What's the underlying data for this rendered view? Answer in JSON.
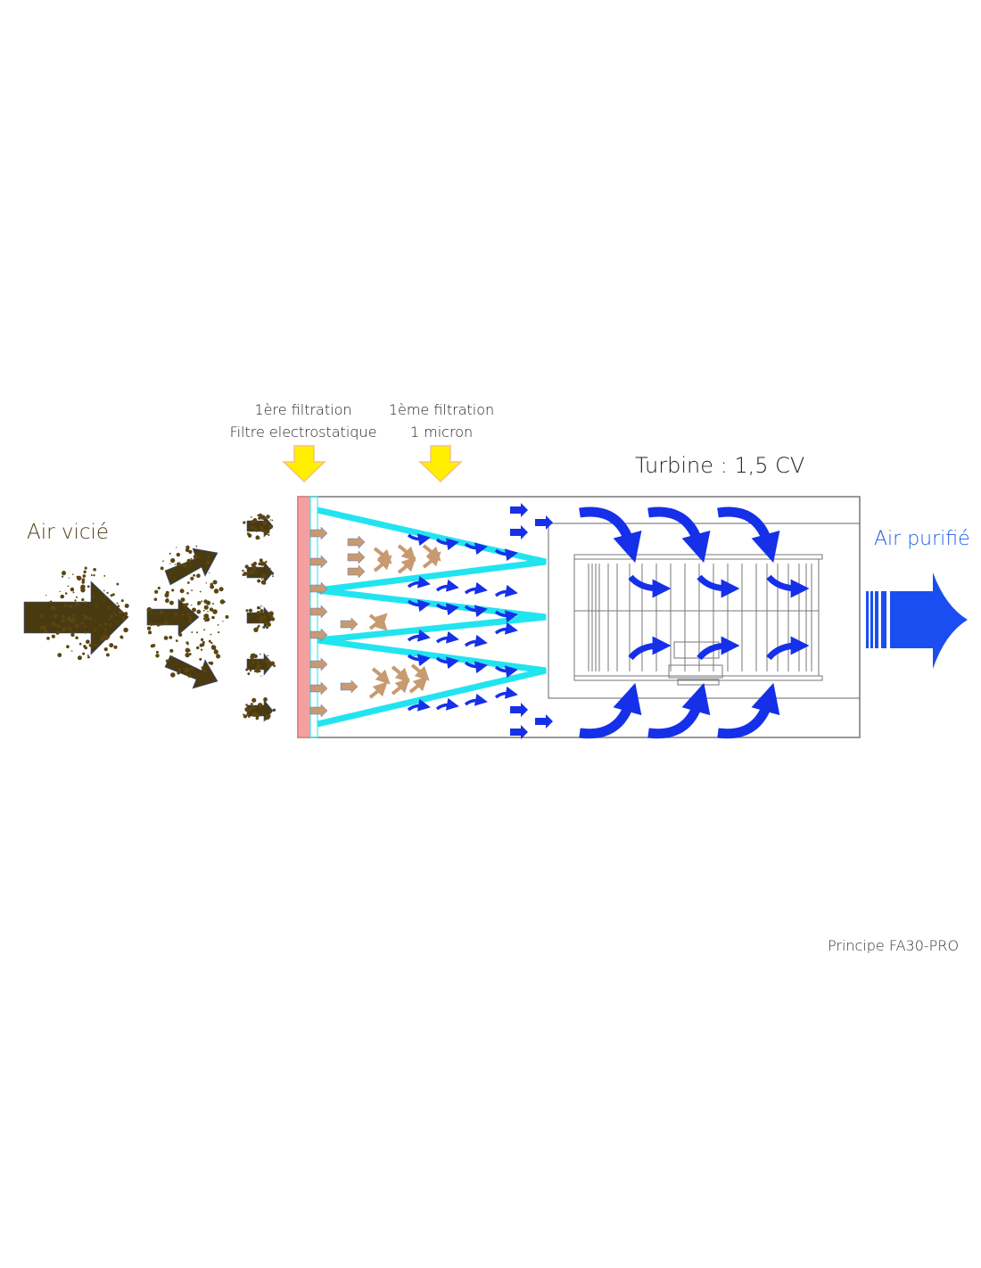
{
  "labels": {
    "filter1_line1": "1ère filtration",
    "filter1_line2": "Filtre electrostatique",
    "filter2_line1": "1ème filtration",
    "filter2_line2": "1 micron",
    "turbine": "Turbine : 1,5 CV",
    "air_in": "Air vicié",
    "air_out": "Air purifié",
    "caption": "Principe FA30-PRO"
  },
  "colors": {
    "dirty_air": "#4a3a10",
    "electrostatic_filter": "#f4a0a0",
    "micron_filter": "#22e4f0",
    "clean_air": "#1530e8",
    "filter_pointer": "#ffee00",
    "particles": "#c89a70"
  },
  "icons": {
    "filter_pointer": "arrow-down-icon",
    "airflow": "arrow-right-icon",
    "turbine_flow": "curved-arrow-icon"
  }
}
